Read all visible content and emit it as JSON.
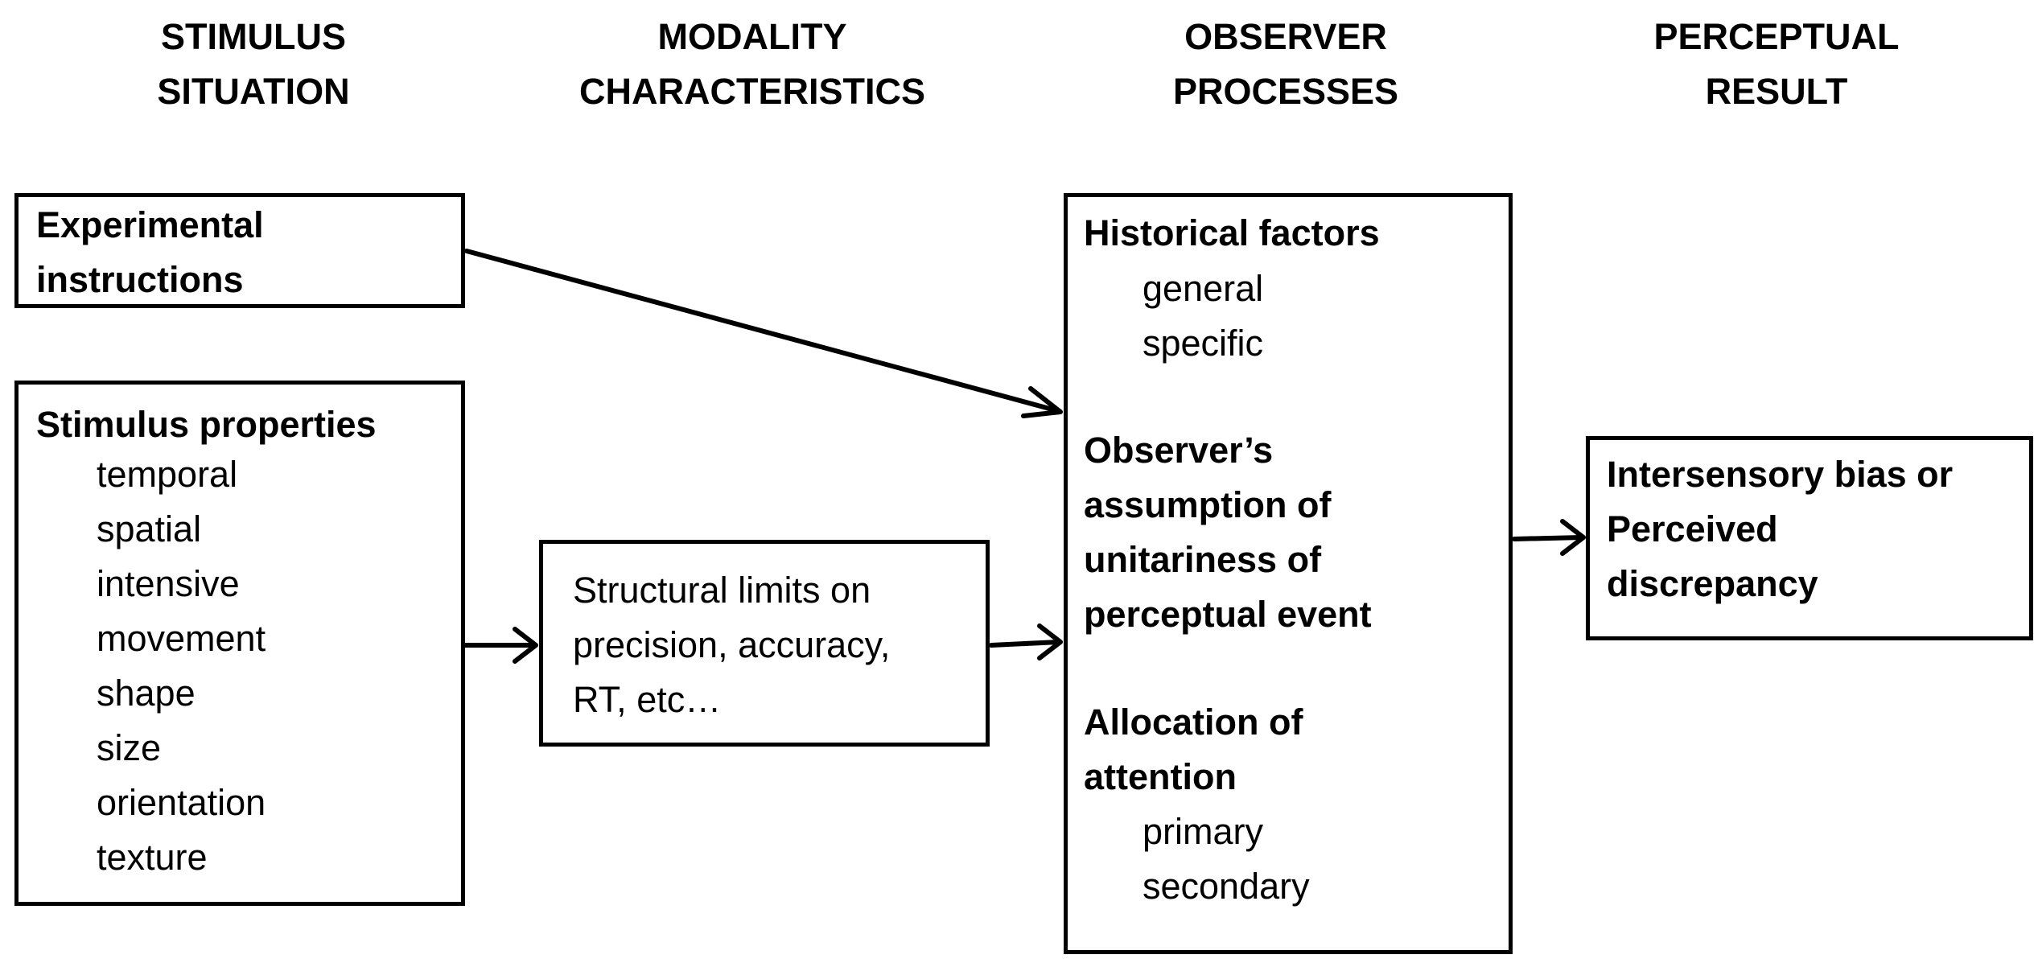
{
  "headers": [
    {
      "line1": "STIMULUS",
      "line2": "SITUATION"
    },
    {
      "line1": "MODALITY",
      "line2": "CHARACTERISTICS"
    },
    {
      "line1": "OBSERVER",
      "line2": "PROCESSES"
    },
    {
      "line1": "PERCEPTUAL",
      "line2": "RESULT"
    }
  ],
  "experimental": {
    "line1": "Experimental",
    "line2": "instructions"
  },
  "stimulus": {
    "title": "Stimulus properties",
    "items": [
      "temporal",
      "spatial",
      "intensive",
      "movement",
      "shape",
      "size",
      "orientation",
      "texture"
    ]
  },
  "modality": {
    "line1": "Structural limits on",
    "line2": "precision, accuracy,",
    "line3": "RT, etc…"
  },
  "observer": {
    "historical": {
      "title": "Historical factors",
      "items": [
        "general",
        "specific"
      ]
    },
    "assumption": {
      "line1": "Observer’s",
      "line2": "assumption  of",
      "line3": "unitariness  of",
      "line4": "perceptual event"
    },
    "attention": {
      "line1": "Allocation  of",
      "line2": "attention",
      "items": [
        "primary",
        "secondary"
      ]
    }
  },
  "result": {
    "line1": "Intersensory bias or",
    "line2": "Perceived",
    "line3": "discrepancy"
  }
}
